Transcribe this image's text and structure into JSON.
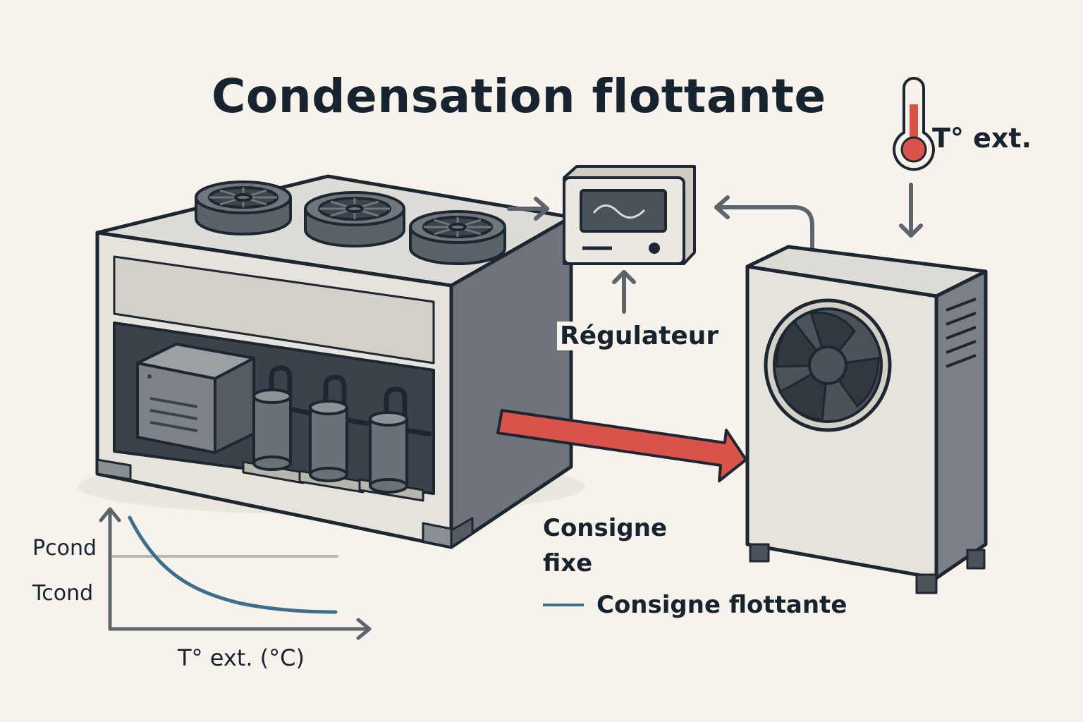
{
  "title": "Condensation flottante",
  "temperature_sensor": {
    "label": "T° ext.",
    "icon": "thermometer-icon"
  },
  "regulator": {
    "label": "Régulateur",
    "icon": "controller-screen-icon"
  },
  "setpoints": {
    "fixed": "Consigne\nfixe",
    "floating": "Consigne flottante"
  },
  "graph": {
    "y_label_pressure": "Pcond",
    "y_label_temperature": "Tcond",
    "x_label": "T° ext. (°C)"
  },
  "colors": {
    "outline": "#1d2731",
    "accent_red": "#d9534a",
    "floating_curve": "#3d6e8c",
    "fixed_line": "#b9b6ae",
    "background": "#f7f3ec"
  }
}
